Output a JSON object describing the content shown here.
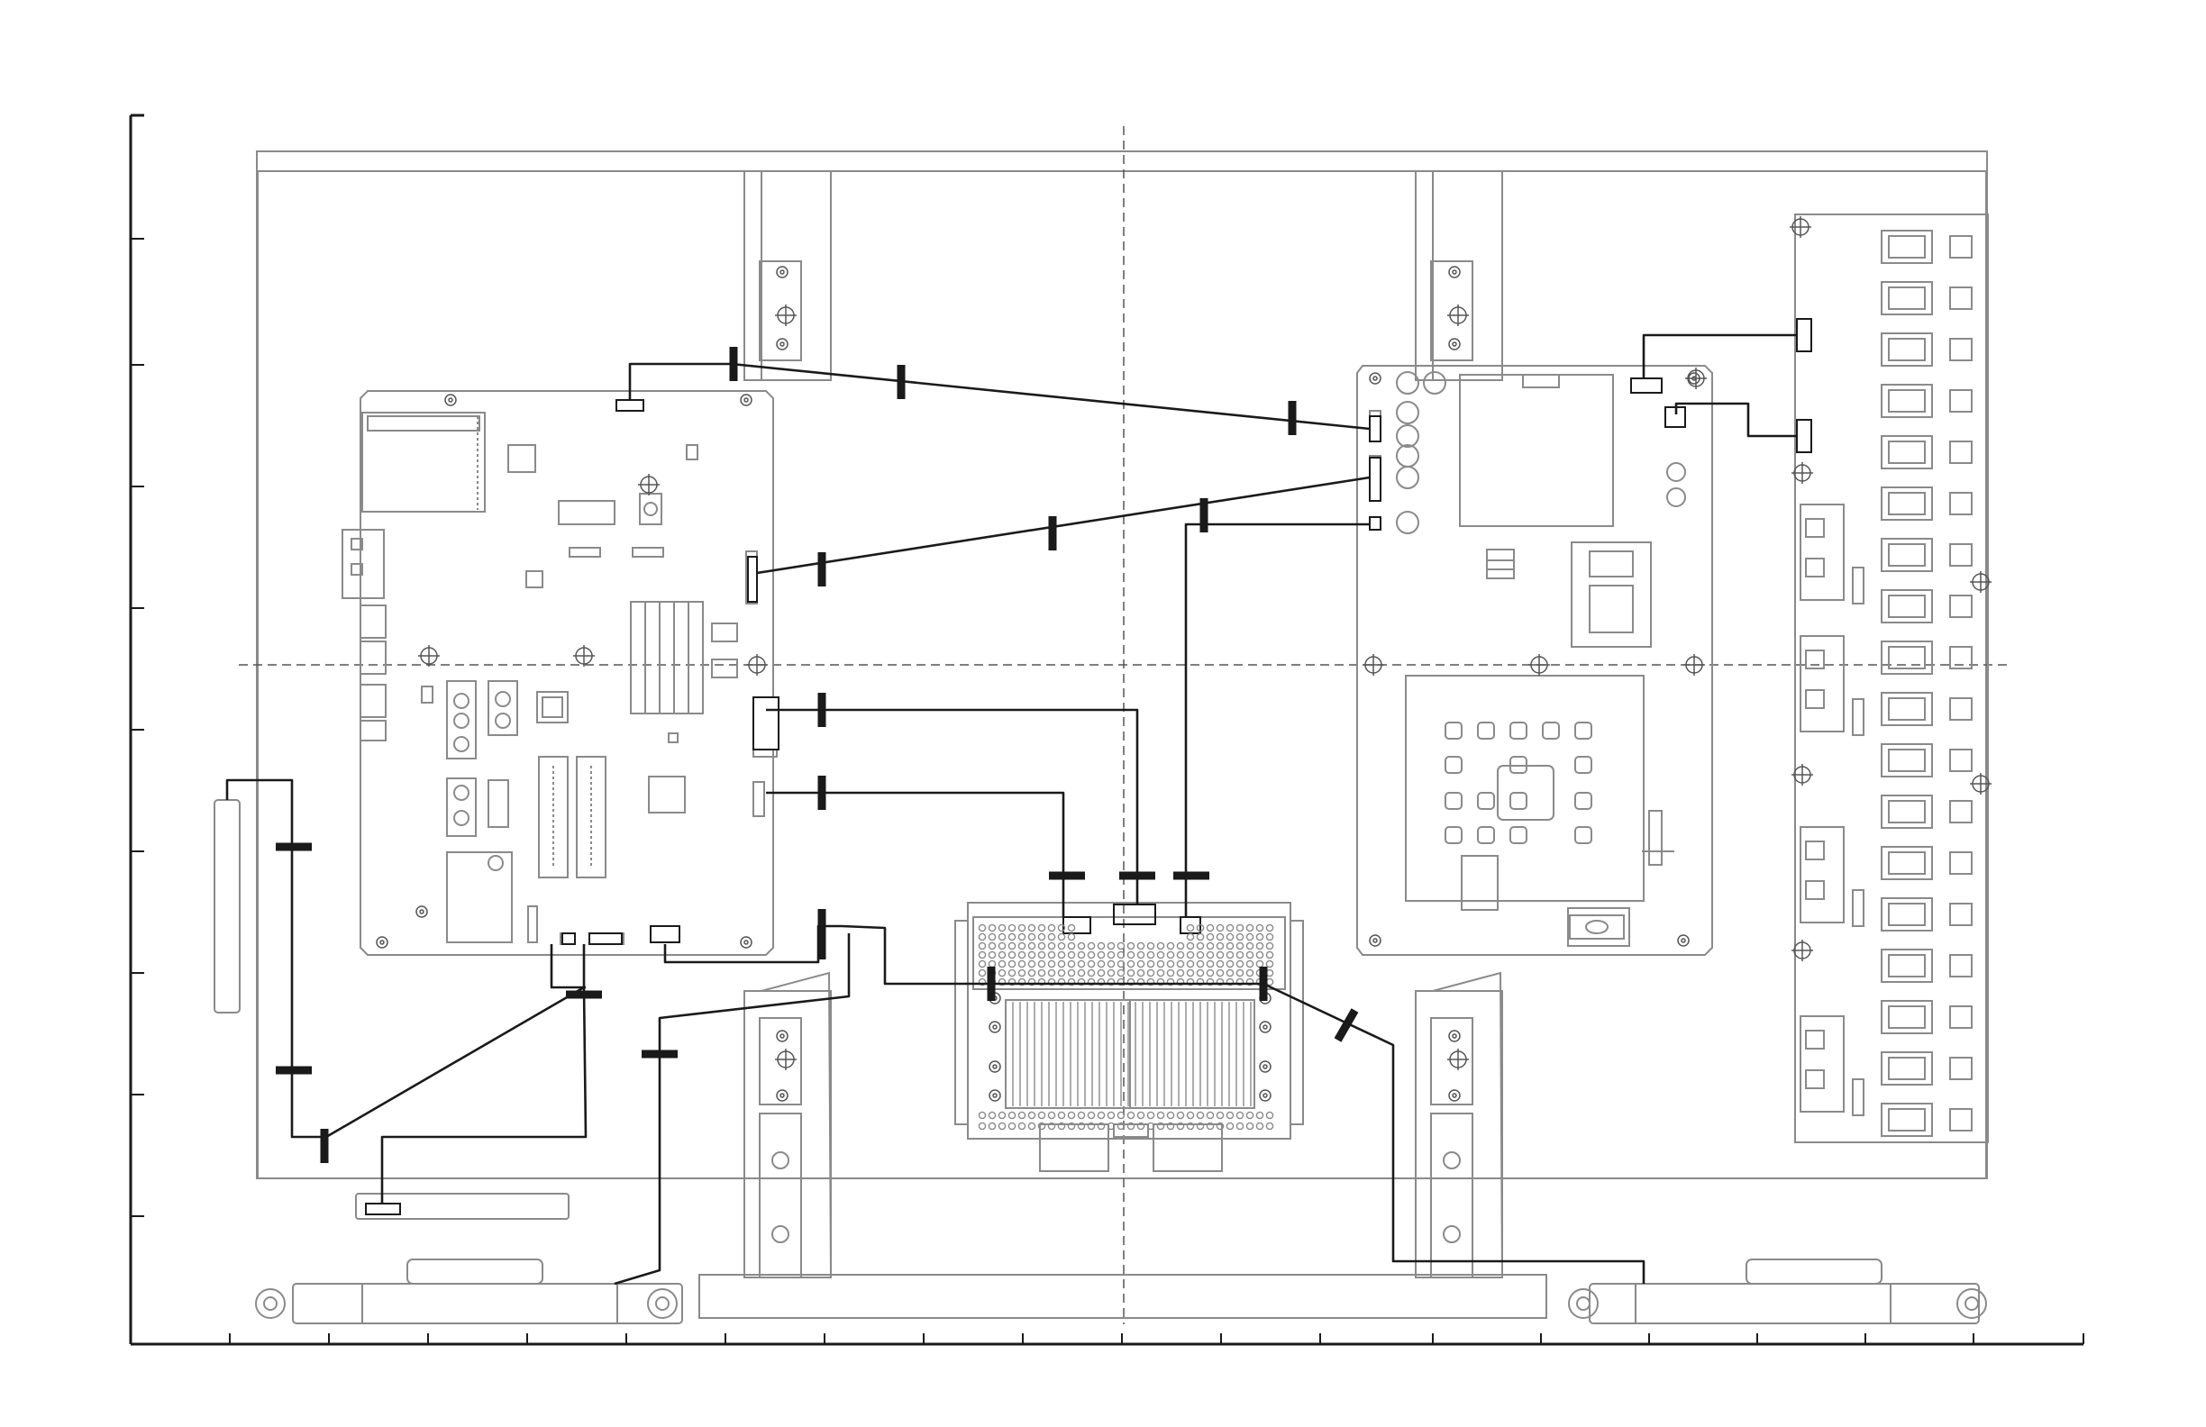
{
  "document": {
    "type": "wiring-layout-diagram",
    "has_visible_text": false
  },
  "colors": {
    "background": "#ffffff",
    "outline": "#8a8a8a",
    "wire": "#1a1a1a",
    "clamp": "#1a1a1a",
    "frame": "#1a1a1a",
    "centerline": "#555555"
  },
  "components": [
    {
      "id": "main-board",
      "kind": "circuit-board"
    },
    {
      "id": "power-board",
      "kind": "circuit-board"
    },
    {
      "id": "inverter-board",
      "kind": "circuit-board"
    },
    {
      "id": "center-module",
      "kind": "heatsink-unit"
    },
    {
      "id": "left-speaker",
      "kind": "speaker"
    },
    {
      "id": "right-speaker",
      "kind": "speaker"
    },
    {
      "id": "bottom-bar",
      "kind": "stand-bar"
    },
    {
      "id": "ir-sensor-board",
      "kind": "small-board"
    },
    {
      "id": "key-board",
      "kind": "small-board"
    }
  ],
  "wire_count": 9,
  "clamp_count": 19,
  "icons": [
    "mount-hole-icon",
    "crosshair-icon",
    "connector-icon",
    "clamp-icon"
  ]
}
